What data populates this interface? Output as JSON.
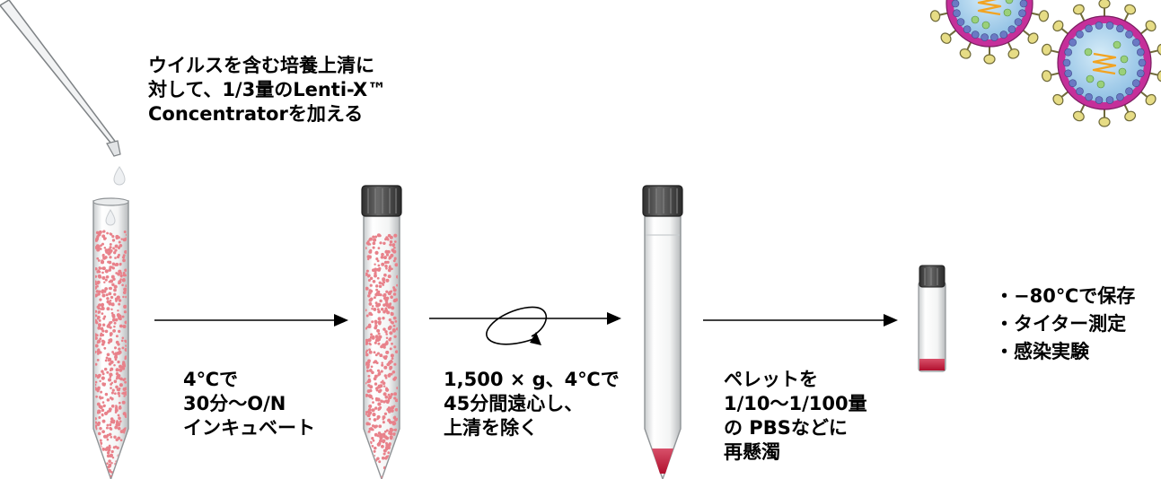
{
  "colors": {
    "liquid_dots": "#e8818a",
    "pellet": "#c8173a",
    "virus_envelope": "#c52f9a",
    "virus_core": "#9bc8e8",
    "virus_spike": "#d8cf70",
    "virus_rna": "#f2a321",
    "cap": "#4a4a4a"
  },
  "steps": {
    "step1_text": [
      "ウイルスを含む培養上清に",
      "対して、1/3量のLenti-X™",
      "Concentratorを加える"
    ],
    "step2_text": [
      "4℃で",
      "30分〜O/N",
      "インキュベート"
    ],
    "step3_text": [
      "1,500 × g、4℃で",
      "45分間遠心し、",
      "上清を除く"
    ],
    "step4_text": [
      "ペレットを",
      "1/10〜1/100量",
      "の PBSなどに",
      "再懸濁"
    ],
    "step5_text": [
      "・−80℃で保存",
      "・タイター測定",
      "・感染実験"
    ]
  },
  "icons": [
    "pipette-icon",
    "tube-icon",
    "capped-tube-icon",
    "centrifuge-rotation-icon",
    "vial-icon",
    "virus-particle-icon"
  ]
}
